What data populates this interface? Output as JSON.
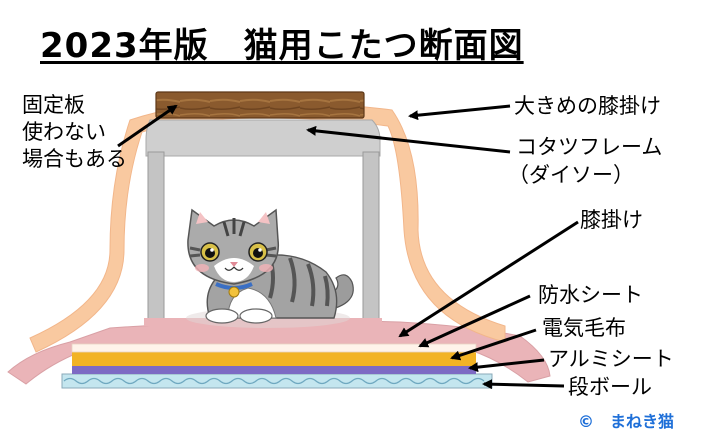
{
  "title": "2023年版　猫用こたつ断面図",
  "note": {
    "line1": "固定板",
    "line2": "使わない",
    "line3": "場合もある"
  },
  "labels": {
    "large_blanket": "大きめの膝掛け",
    "frame_line1": "コタツフレーム",
    "frame_line2": "（ダイソー）",
    "lap_blanket": "膝掛け",
    "waterproof_sheet": "防水シート",
    "electric_blanket": "電気毛布",
    "aluminum_sheet": "アルミシート",
    "cardboard": "段ボール"
  },
  "credit": "©　まねき猫",
  "colors": {
    "blanket_orange": "#f9c9a0",
    "lap_pink": "#eab4b8",
    "electric_gold": "#f2b325",
    "aluminum_purple": "#7d6ac4",
    "cardboard_blue": "#c4e6ef",
    "frame_gray": "#c9c9c9",
    "board_brown": "#8a5a2e",
    "credit_blue": "#1e6fd8"
  }
}
